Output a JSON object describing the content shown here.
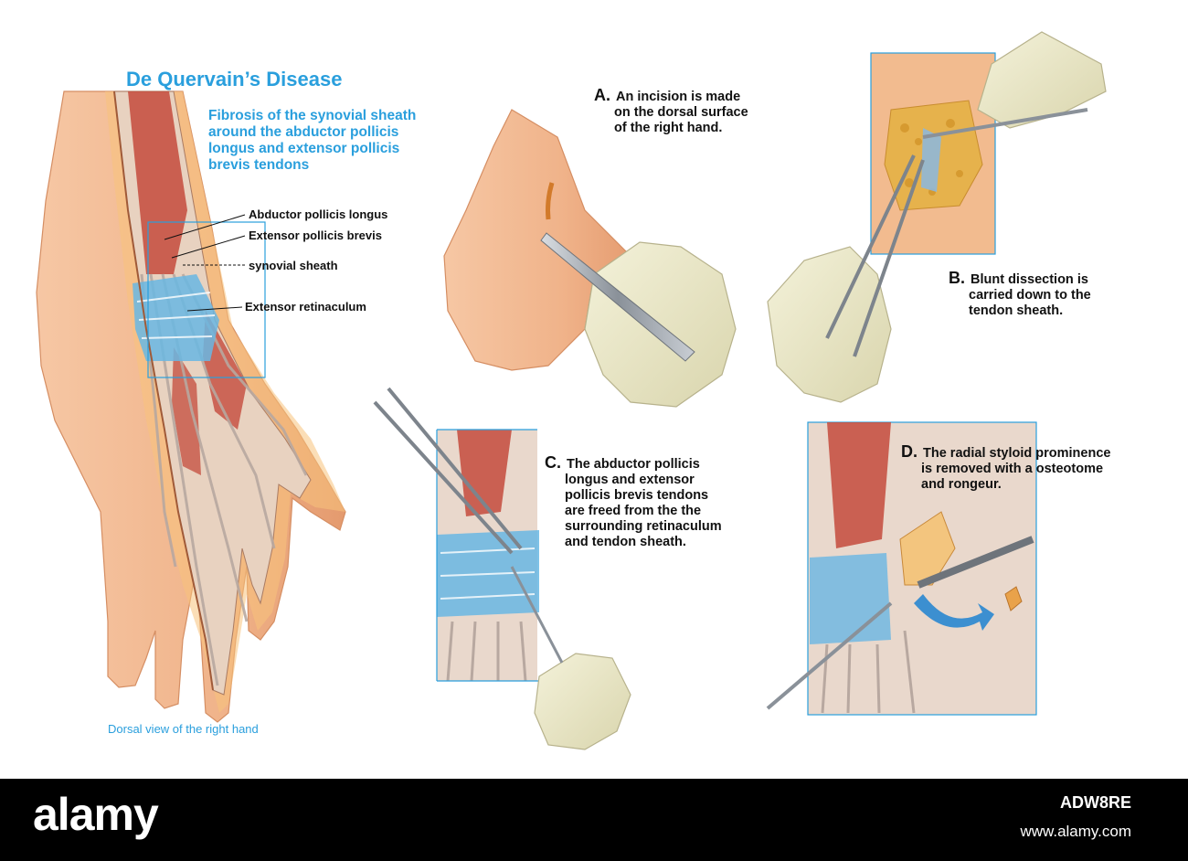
{
  "title": "De Quervain’s Disease",
  "subtitle": "Fibrosis of the synovial sheath around the abductor pollicis longus and extensor pollicis brevis tendons",
  "labels": {
    "abductor": "Abductor pollicis longus",
    "extensor_brevis": "Extensor pollicis brevis",
    "synovial": "synovial sheath",
    "retinaculum": "Extensor retinaculum"
  },
  "caption": "Dorsal view of the right hand",
  "steps": [
    {
      "letter": "A.",
      "lines": [
        "An incision is made",
        "on the dorsal surface",
        "of the right hand."
      ]
    },
    {
      "letter": "B.",
      "lines": [
        "Blunt dissection is",
        "carried down to the",
        "tendon sheath."
      ]
    },
    {
      "letter": "C.",
      "lines": [
        "The abductor pollicis",
        "longus and extensor",
        "pollicis brevis tendons",
        "are freed from the the",
        "surrounding retinaculum",
        "and tendon sheath."
      ]
    },
    {
      "letter": "D.",
      "lines": [
        "The radial styloid prominence",
        "is removed with a osteotome",
        "and rongeur."
      ]
    }
  ],
  "footer": {
    "brand": "alamy",
    "image_id": "ADW8RE",
    "site": "www.alamy.com"
  },
  "colors": {
    "accent": "#2a9fdd",
    "skin": "#f0b38a",
    "muscle": "#c44b3c",
    "tendon_blue": "#69b7e3",
    "glove": "#ece9c8"
  }
}
